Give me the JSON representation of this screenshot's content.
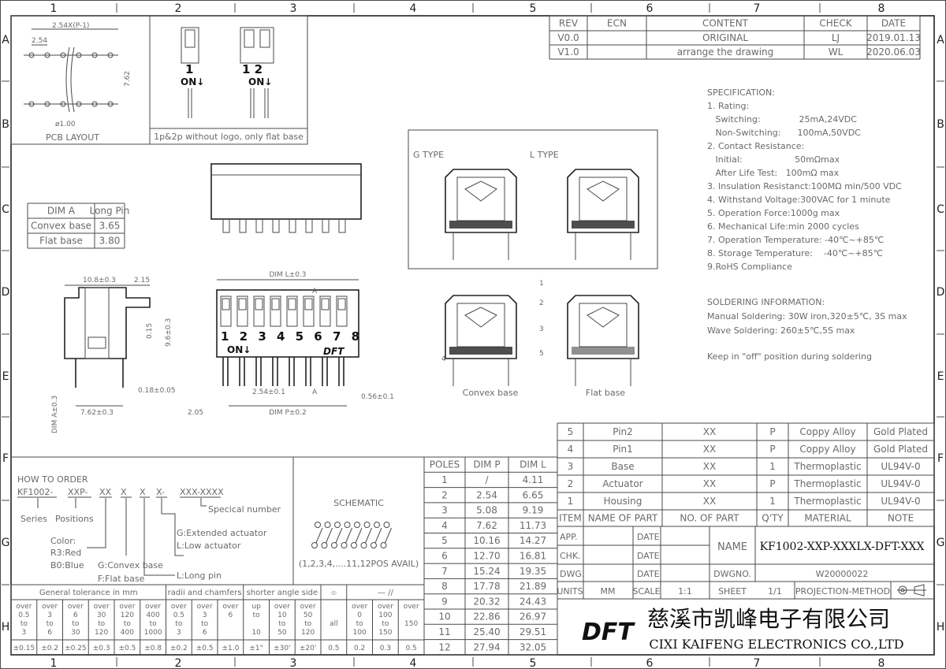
{
  "frame": {
    "columns": [
      "1",
      "2",
      "3",
      "4",
      "5",
      "6",
      "7",
      "8"
    ],
    "rows": [
      "A",
      "B",
      "C",
      "D",
      "E",
      "F",
      "G",
      "H"
    ]
  },
  "revisions": {
    "headers": [
      "REV",
      "ECN",
      "CONTENT",
      "CHECK",
      "DATE"
    ],
    "rows": [
      [
        "V0.0",
        "",
        "ORIGINAL",
        "LJ",
        "2019.01.13"
      ],
      [
        "V1.0",
        "",
        "arrange the drawing",
        "WL",
        "2020.06.03"
      ]
    ]
  },
  "pcb_layout": {
    "title": "PCB LAYOUT",
    "dim_pitch_total": "2.54X(P-1)",
    "dim_pitch": "2.54",
    "dim_row": "7.62",
    "dim_hole": "ø1.00"
  },
  "actuator_views": {
    "caption": "1p&2p without logo, only flat base",
    "labels_1": "1",
    "labels_2": "1 2",
    "on": "ON↓"
  },
  "dim_a_table": {
    "headers": [
      "DIM A",
      "Long Pin"
    ],
    "rows": [
      [
        "Convex base",
        "3.65"
      ],
      [
        "Flat base",
        "3.80"
      ]
    ]
  },
  "side_view": {
    "dim_width": "10.8±0.3",
    "dim_over": "2.15",
    "dim_h1": "0.15",
    "dim_h2": "9.6±0.3",
    "dim_pin": "0.18±0.05",
    "dim_row": "7.62±0.3",
    "dim_a": "DIM A±0.3"
  },
  "front_view": {
    "dim_l": "DIM L±0.3",
    "dim_p": "DIM P±0.2",
    "dim_pitch": "2.54±0.1",
    "dim_pin": "0.56±0.1",
    "dim_edge": "2.05",
    "section_a": "A",
    "numbers": "1 2 3 4 5 6 7 8",
    "on": "ON↓",
    "logo": "DFT"
  },
  "sections": {
    "g_type": "G TYPE",
    "l_type": "L TYPE",
    "convex": "Convex base",
    "flat": "Flat base",
    "callouts": [
      "1",
      "2",
      "3",
      "4",
      "5"
    ]
  },
  "specification": {
    "lines": [
      "SPECIFICATION:",
      "1. Rating:",
      "   Switching:              25mA,24VDC",
      "   Non-Switching:      100mA,50VDC",
      "2. Contact Resistance:",
      "   Initial:                   50mΩmax",
      "   After Life Test:   100mΩ max",
      "3. Insulation Resistanct:100MΩ min/500 VDC",
      "4. Withstand Voltage:300VAC for 1 minute",
      "5. Operation Force:1000g max",
      "6. Mechanical Life:min 2000 cycles",
      "7. Operation Temperature: -40℃~+85℃",
      "8. Storage Temperature:    -40℃~+85℃",
      "9.RoHS Compliance"
    ],
    "soldering": [
      "SOLDERING INFORMATION:",
      "Manual Soldering: 30W iron,320±5℃, 3S max",
      "Wave Soldering: 260±5℃,5S max"
    ],
    "note": "Keep in \"off\" position during soldering"
  },
  "how_to_order": {
    "title": "HOW TO ORDER",
    "code": [
      "KF1002-",
      "XXP-",
      "XX",
      "X",
      "X",
      "X-",
      "XXX-XXXX"
    ],
    "series": "Series",
    "positions": "Positions",
    "color": [
      "Color:",
      "R3:Red",
      "B0:Blue"
    ],
    "base": [
      "G:Convex base",
      "F:Flat base"
    ],
    "pin": "L:Long pin",
    "actuator": [
      "G:Extended actuator",
      "L:Low actuator"
    ],
    "special": "Specical number"
  },
  "schematic": {
    "title": "SCHEMATIC",
    "note": "(1,2,3,4,....11,12POS AVAIL)",
    "positions": 8
  },
  "tolerance": {
    "groups": [
      "General tolerance in mm",
      "radii and chamfers",
      "shorter angle side",
      "⌯",
      "—  //"
    ],
    "ranges": [
      [
        "over",
        "0.5",
        "to",
        "3"
      ],
      [
        "over",
        "3",
        "to",
        "6"
      ],
      [
        "over",
        "6",
        "to",
        "30"
      ],
      [
        "over",
        "30",
        "to",
        "120"
      ],
      [
        "over",
        "120",
        "to",
        "400"
      ],
      [
        "over",
        "400",
        "to",
        "1000"
      ],
      [
        "over",
        "0.5",
        "to",
        "3"
      ],
      [
        "over",
        "3",
        "to",
        "6"
      ],
      [
        "over",
        "6",
        "",
        ""
      ],
      [
        "up",
        "to",
        "",
        "10"
      ],
      [
        "over",
        "10",
        "to",
        "50"
      ],
      [
        "over",
        "50",
        "to",
        "120"
      ],
      [
        "",
        "",
        "all",
        ""
      ],
      [
        "over",
        "0",
        "to",
        "100"
      ],
      [
        "over",
        "100",
        "to",
        "150"
      ],
      [
        "over",
        "",
        "150",
        ""
      ]
    ],
    "values": [
      "±0.15",
      "±0.2",
      "±0.25",
      "±0.3",
      "±0.5",
      "±0.8",
      "±0.2",
      "±0.5",
      "±1.0",
      "±1°",
      "±30'",
      "±20'",
      "0.5",
      "0.2",
      "0.3",
      "0.5"
    ]
  },
  "poles_table": {
    "headers": [
      "POLES",
      "DIM P",
      "DIM L"
    ],
    "rows": [
      [
        "1",
        "/",
        "4.11"
      ],
      [
        "2",
        "2.54",
        "6.65"
      ],
      [
        "3",
        "5.08",
        "9.19"
      ],
      [
        "4",
        "7.62",
        "11.73"
      ],
      [
        "5",
        "10.16",
        "14.27"
      ],
      [
        "6",
        "12.70",
        "16.81"
      ],
      [
        "7",
        "15.24",
        "19.35"
      ],
      [
        "8",
        "17.78",
        "21.89"
      ],
      [
        "9",
        "20.32",
        "24.43"
      ],
      [
        "10",
        "22.86",
        "26.97"
      ],
      [
        "11",
        "25.40",
        "29.51"
      ],
      [
        "12",
        "27.94",
        "32.05"
      ]
    ]
  },
  "parts_table": {
    "rows": [
      [
        "5",
        "Pin2",
        "XX",
        "P",
        "Coppy Alloy",
        "Gold Plated"
      ],
      [
        "4",
        "Pin1",
        "XX",
        "P",
        "Coppy Alloy",
        "Gold Plated"
      ],
      [
        "3",
        "Base",
        "XX",
        "1",
        "Thermoplastic",
        "UL94V-0"
      ],
      [
        "2",
        "Actuator",
        "XX",
        "P",
        "Thermoplastic",
        "UL94V-0"
      ],
      [
        "1",
        "Housing",
        "XX",
        "1",
        "Thermoplastic",
        "UL94V-0"
      ]
    ],
    "headers": [
      "ITEM",
      "NAME OF PART",
      "NO. OF PART",
      "Q'TY",
      "MATERIAL",
      "NOTE"
    ]
  },
  "title_block": {
    "app": "APP.",
    "chk": "CHK.",
    "dwg": "DWG.",
    "date": "DATE",
    "name_label": "NAME",
    "name": "KF1002-XXP-XXXLX-DFT-XXX",
    "dwgno_label": "DWGNO.",
    "dwgno": "W20000022",
    "units_label": "UNITS",
    "units": "MM",
    "scale_label": "SCALE",
    "scale": "1:1",
    "sheet_label": "SHEET",
    "sheet": "1/1",
    "projection": "PROJECTION-METHOD"
  },
  "company": {
    "logo": "DFT",
    "name_cn": "慈溪市凯峰电子有限公司",
    "name_en": "CIXI KAIFENG ELECTRONICS CO.,LTD"
  }
}
